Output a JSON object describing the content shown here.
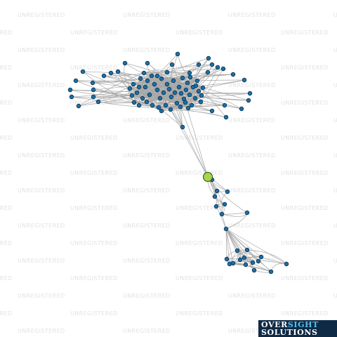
{
  "watermark": "UNREGISTERED",
  "logo": {
    "part1": "OVER",
    "part2": "SIGHT",
    "line2": "SOLUTIONS"
  },
  "colors": {
    "node": "#1a6fa6",
    "focus_node": "#a6d44a",
    "edge": "#a8a8a8",
    "watermark": "#e2e2e2",
    "logo_bg": "#0e2a45",
    "logo_accent": "#58c0ee"
  },
  "network": {
    "clusters": 2,
    "focus_node_count": 1
  }
}
